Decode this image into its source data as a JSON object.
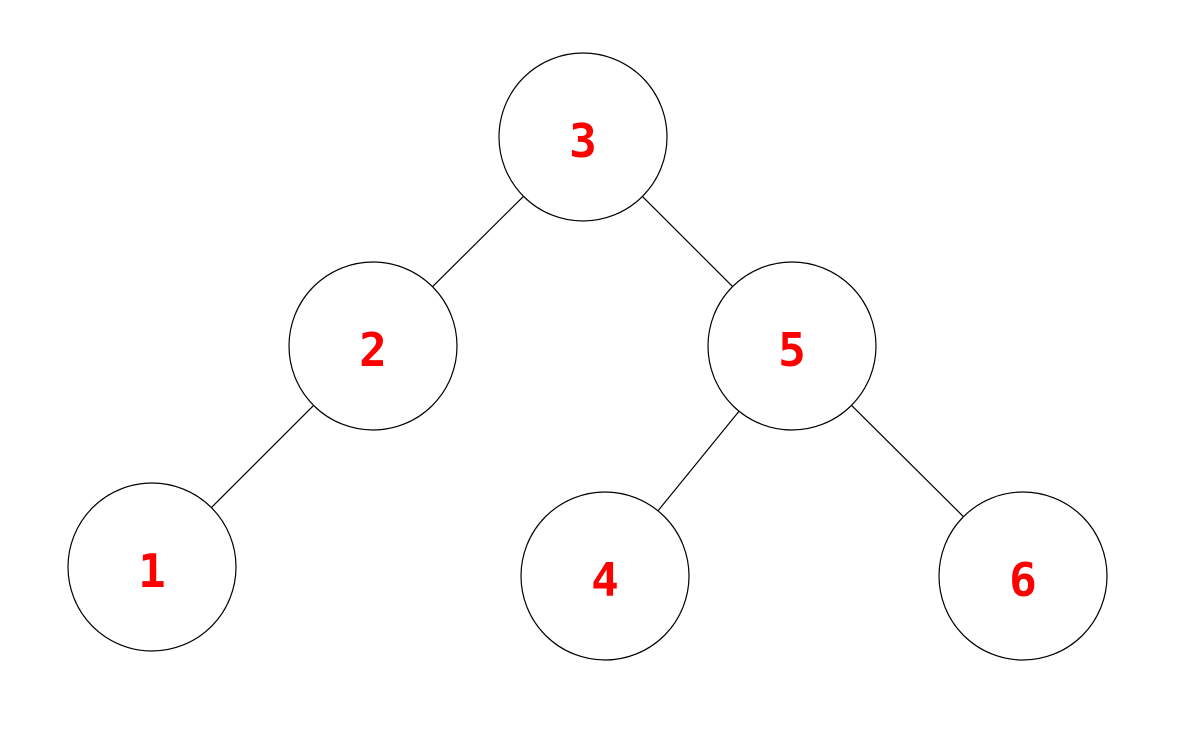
{
  "tree": {
    "label_color": "#ff0000",
    "nodes": [
      {
        "id": "n3",
        "label": "3"
      },
      {
        "id": "n2",
        "label": "2"
      },
      {
        "id": "n5",
        "label": "5"
      },
      {
        "id": "n1",
        "label": "1"
      },
      {
        "id": "n4",
        "label": "4"
      },
      {
        "id": "n6",
        "label": "6"
      }
    ],
    "edges": [
      {
        "from": "n3",
        "to": "n2"
      },
      {
        "from": "n3",
        "to": "n5"
      },
      {
        "from": "n2",
        "to": "n1"
      },
      {
        "from": "n5",
        "to": "n4"
      },
      {
        "from": "n5",
        "to": "n6"
      }
    ]
  }
}
